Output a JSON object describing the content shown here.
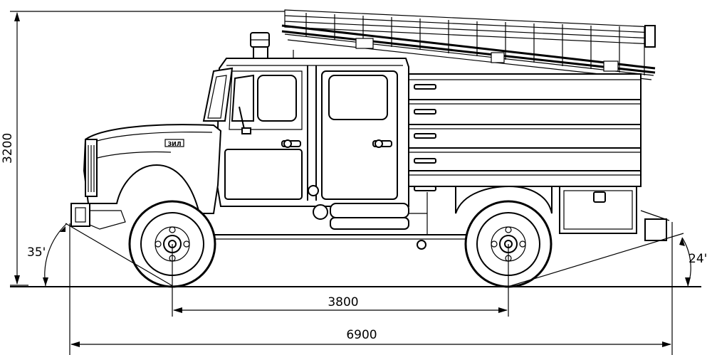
{
  "dimensions": {
    "height_label": "3200",
    "wheelbase_label": "3800",
    "length_label": "6900",
    "approach_angle_label": "35'",
    "departure_angle_label": "24'"
  },
  "badge_text": "ЗИЛ"
}
